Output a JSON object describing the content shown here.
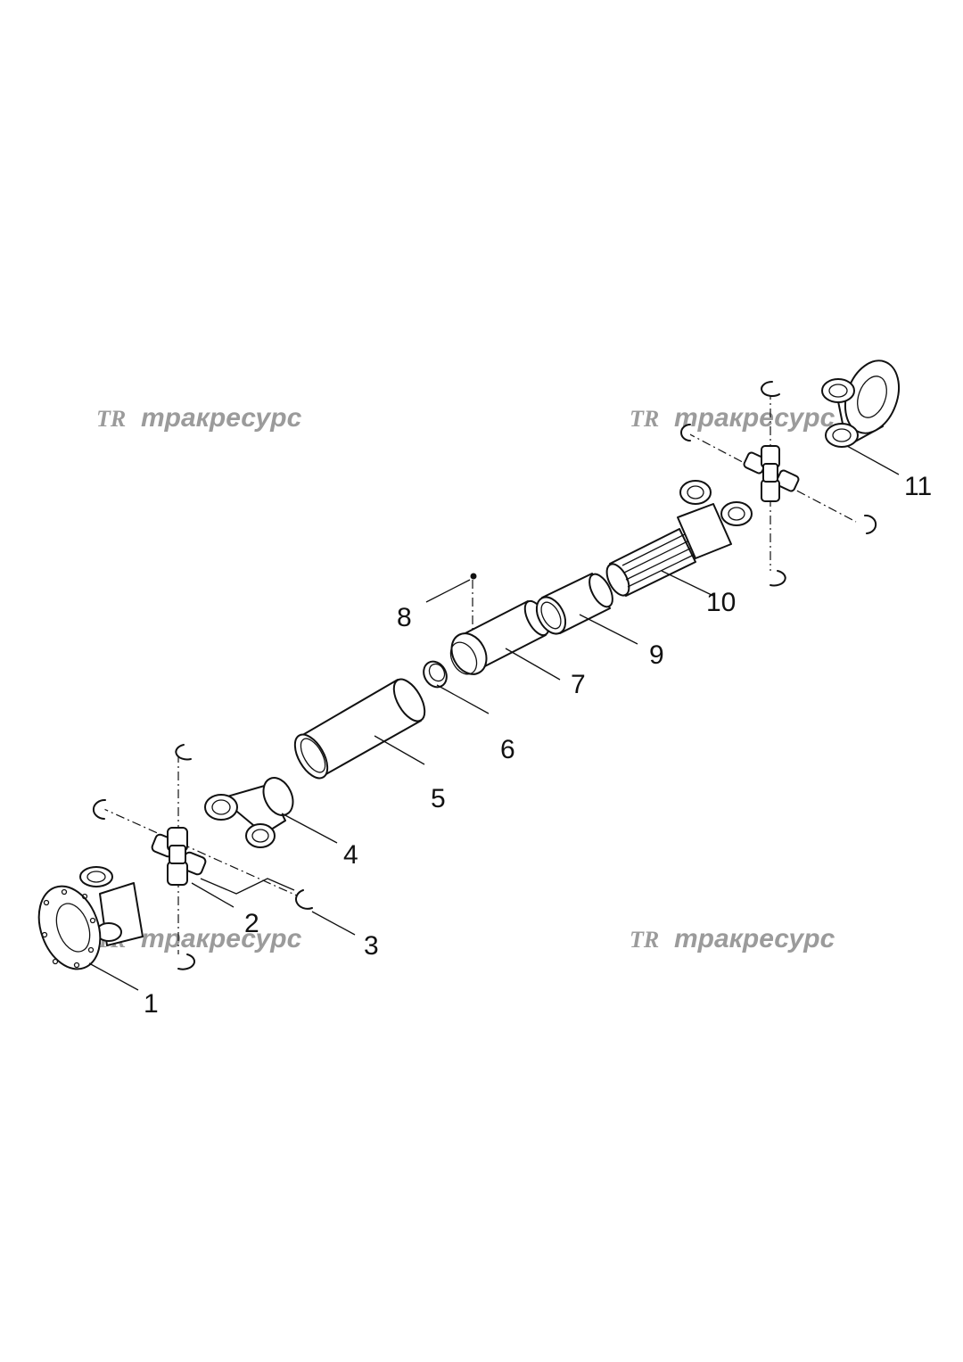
{
  "watermark": {
    "logo": "TR",
    "text": "тракресурс"
  },
  "callouts": {
    "c1": "1",
    "c2": "2",
    "c3": "3",
    "c4": "4",
    "c5": "5",
    "c6": "6",
    "c7": "7",
    "c8": "8",
    "c9": "9",
    "c10": "10",
    "c11": "11"
  },
  "colors": {
    "line": "#111111",
    "watermark": "#8a8a8a",
    "background": "#ffffff"
  }
}
